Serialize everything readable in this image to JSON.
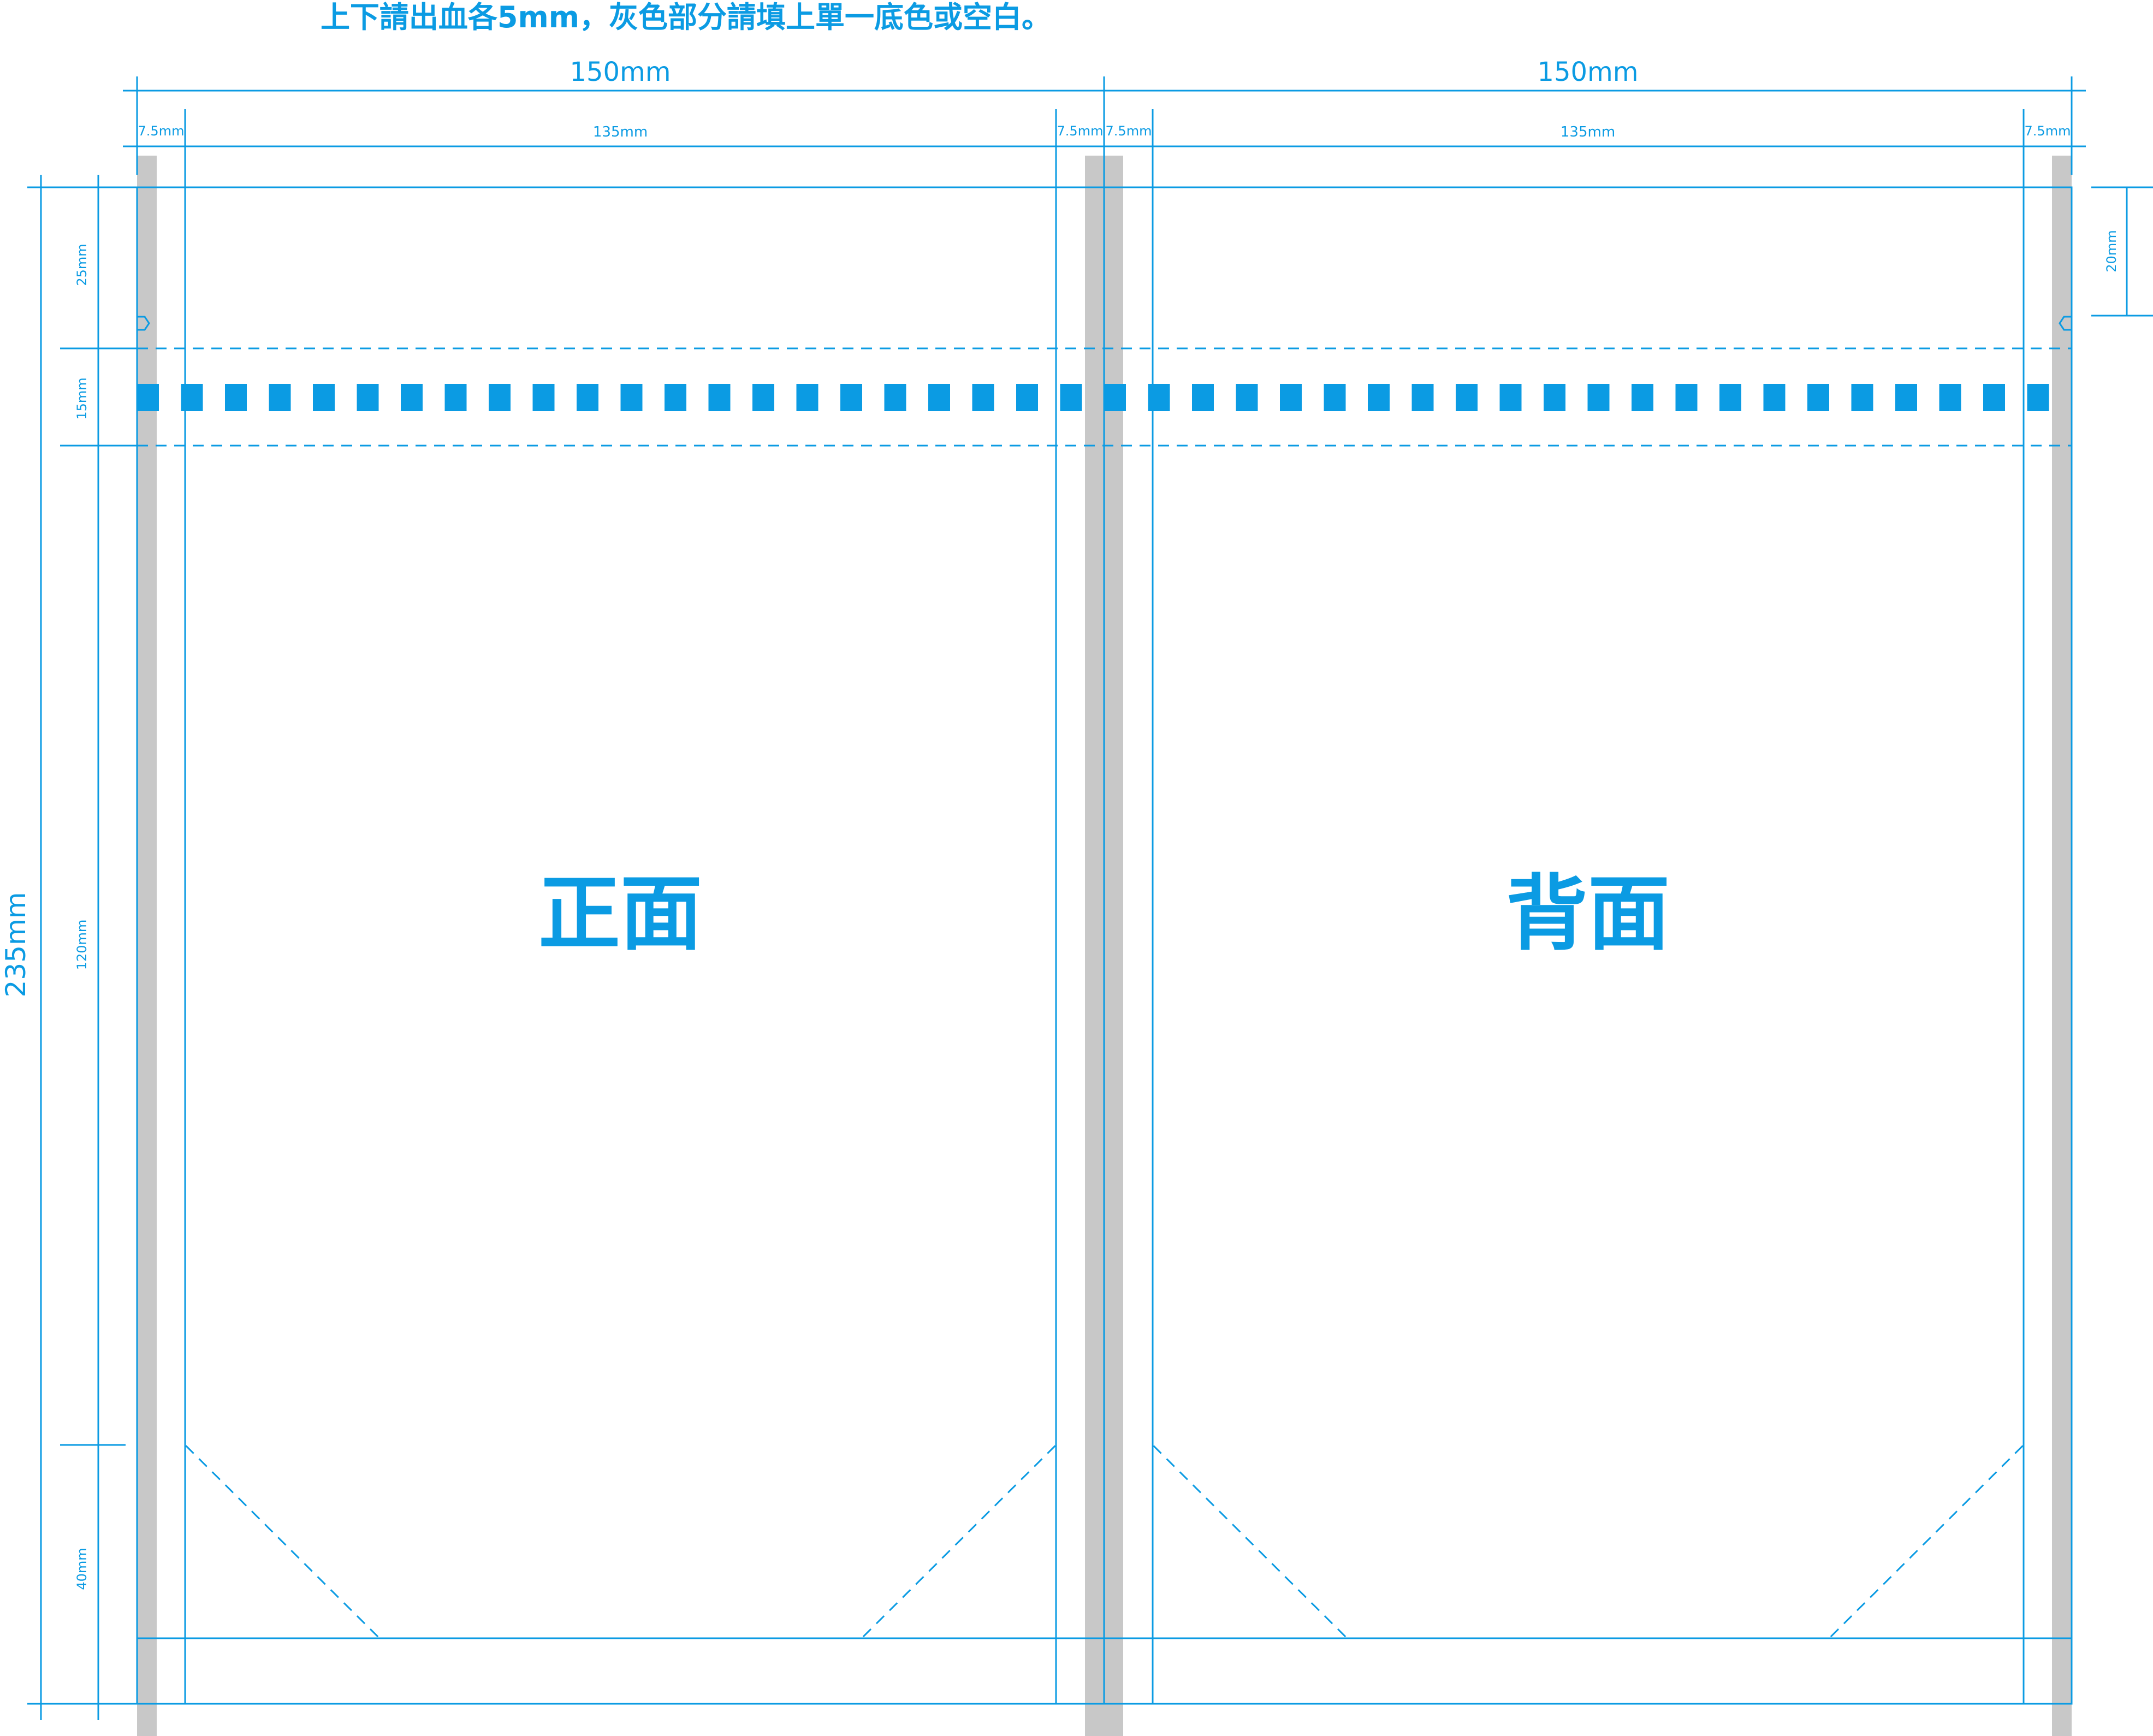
{
  "header_note": "上下請出血各5mm，灰色部分請填上單一底色或空白。",
  "panels": [
    {
      "title": "正面",
      "width_label": "150mm",
      "margin_left_label": "7.5mm",
      "inner_width_label": "135mm",
      "margin_right_label": "7.5mm"
    },
    {
      "title": "背面",
      "width_label": "150mm",
      "margin_left_label": "7.5mm",
      "inner_width_label": "135mm",
      "margin_right_label": "7.5mm"
    }
  ],
  "left_dimensions": {
    "total_height_label": "235mm",
    "segments": [
      "25mm",
      "15mm",
      "120mm",
      "40mm"
    ]
  },
  "right_dimension_label": "20mm",
  "colors": {
    "accent": "#0b9be3",
    "gray_bleed": "#c8c8c8",
    "background": "#ffffff"
  }
}
